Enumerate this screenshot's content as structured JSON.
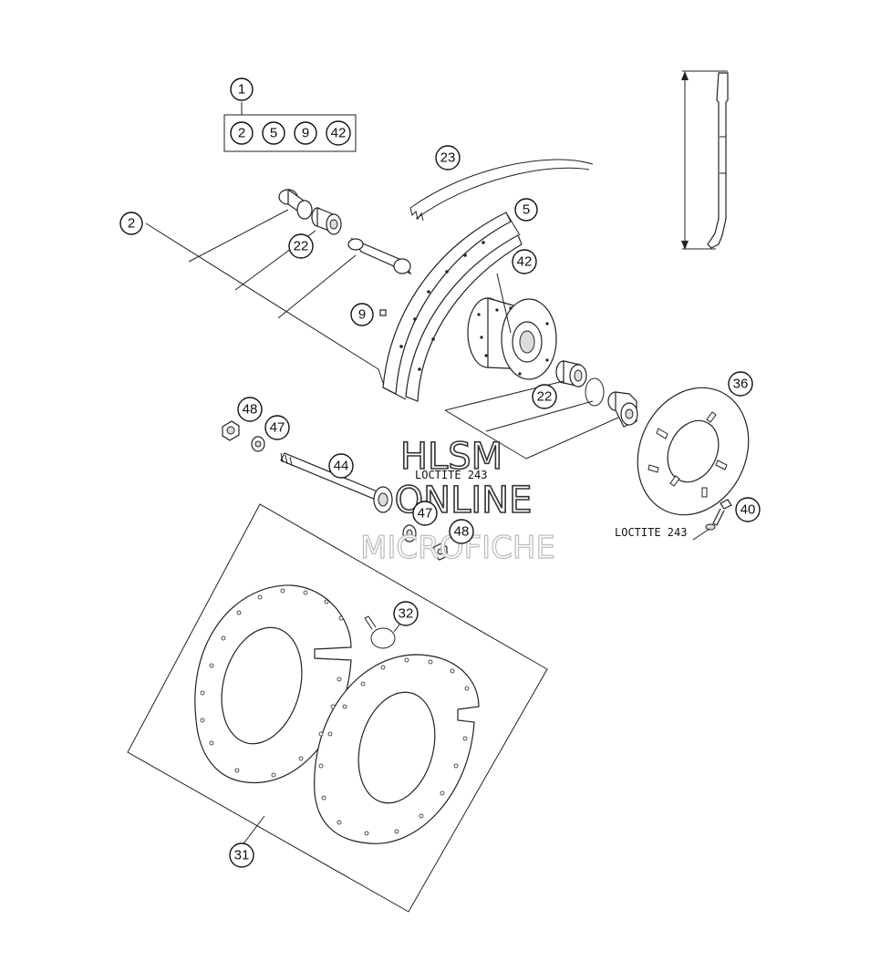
{
  "watermark": {
    "line1": "HLSM",
    "line2": "ONLINE",
    "line3": "MICROFICHE"
  },
  "notes": {
    "loctite_axle": "LOCTITE 243",
    "loctite_disc": "LOCTITE 243"
  },
  "callouts": {
    "kit": "1",
    "kit_2": "2",
    "kit_5": "5",
    "kit_9": "9",
    "kit_42": "42",
    "p2": "2",
    "p22_top": "22",
    "p9": "9",
    "p23": "23",
    "p5": "5",
    "p42": "42",
    "p22_bottom": "22",
    "p36": "36",
    "p48_left": "48",
    "p47_left": "47",
    "p44": "44",
    "p47_right": "47",
    "p48_right": "48",
    "p40": "40",
    "p32": "32",
    "p31": "31"
  }
}
